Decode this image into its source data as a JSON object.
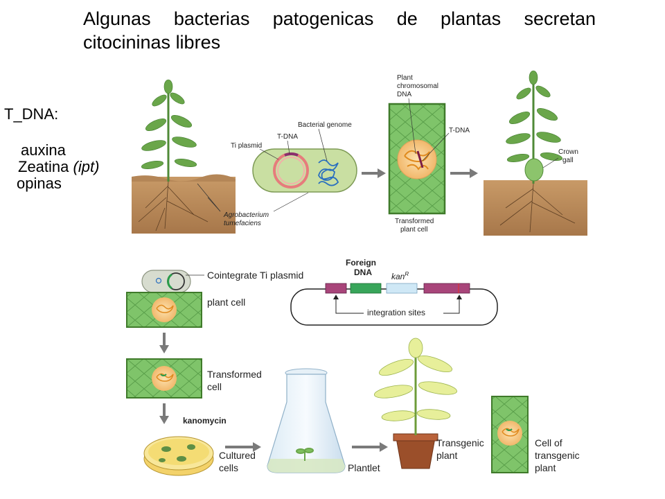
{
  "slide": {
    "title": "Algunas bacterias  patogenicas de plantas secretan citocininas libres",
    "side_label": "T_DNA:",
    "side_items": {
      "auxina": "auxina",
      "zeatina": "Zeatina",
      "ipt": "(ipt)",
      "opinas": "opinas"
    }
  },
  "top_diagram": {
    "ti_plasmid": "Ti plasmid",
    "t_dna": "T-DNA",
    "bacterial_genome": "Bacterial genome",
    "agro_1": "Agrobacterium",
    "agro_2": "tumefaciens",
    "plant_chrom_1": "Plant",
    "plant_chrom_2": "chromosomal",
    "plant_chrom_3": "DNA",
    "t_dna_2": "T-DNA",
    "transformed_1": "Transformed",
    "transformed_2": "plant cell",
    "crown_1": "Crown",
    "crown_2": "gall"
  },
  "bottom_diagram": {
    "cointegrate": "Cointegrate Ti plasmid",
    "plant_cell": "plant cell",
    "foreign_1": "Foreign",
    "foreign_2": "DNA",
    "kan": "kan",
    "kan_sup": "R",
    "integration_sites": "integration sites",
    "transformed_1": "Transformed",
    "transformed_2": "cell",
    "kanomycin": "kanomycin",
    "cultured_1": "Cultured",
    "cultured_2": "cells",
    "plantlet": "Plantlet",
    "transgenic_plant_1": "Transgenic",
    "transgenic_plant_2": "plant",
    "cell_of_1": "Cell of",
    "cell_of_2": "transgenic",
    "cell_of_3": "plant"
  }
}
